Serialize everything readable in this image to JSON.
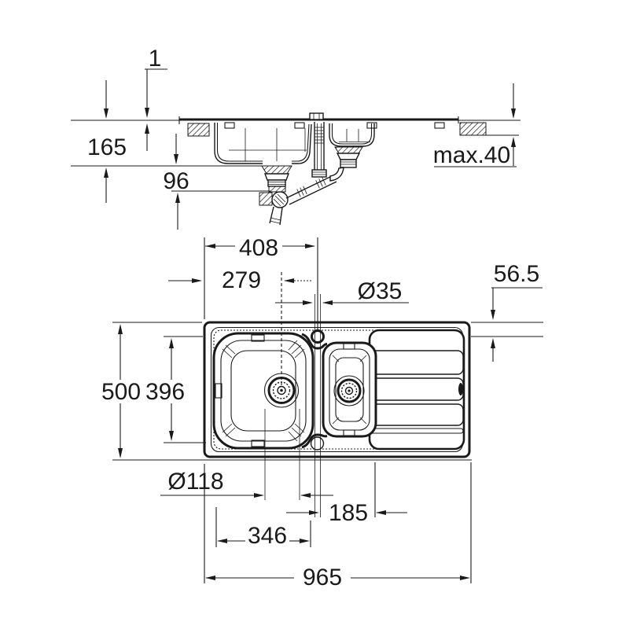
{
  "drawing": {
    "side_view": {
      "rim_height": "1",
      "depth_overall": "165",
      "trap_clearance": "96",
      "worktop_thickness": "max.40"
    },
    "plan_view": {
      "tap_hole_offset": "408",
      "bowl_center_offset": "279",
      "tap_hole_diameter": "Ø35",
      "tap_hole_edge_distance": "56.5",
      "overall_width": "500",
      "bowl_area_depth": "396",
      "drain_diameter": "Ø118",
      "small_bowl_width": "185",
      "main_bowl_width": "346",
      "overall_length": "965"
    },
    "colors": {
      "line": "#1a1a1a",
      "background": "#ffffff"
    }
  }
}
